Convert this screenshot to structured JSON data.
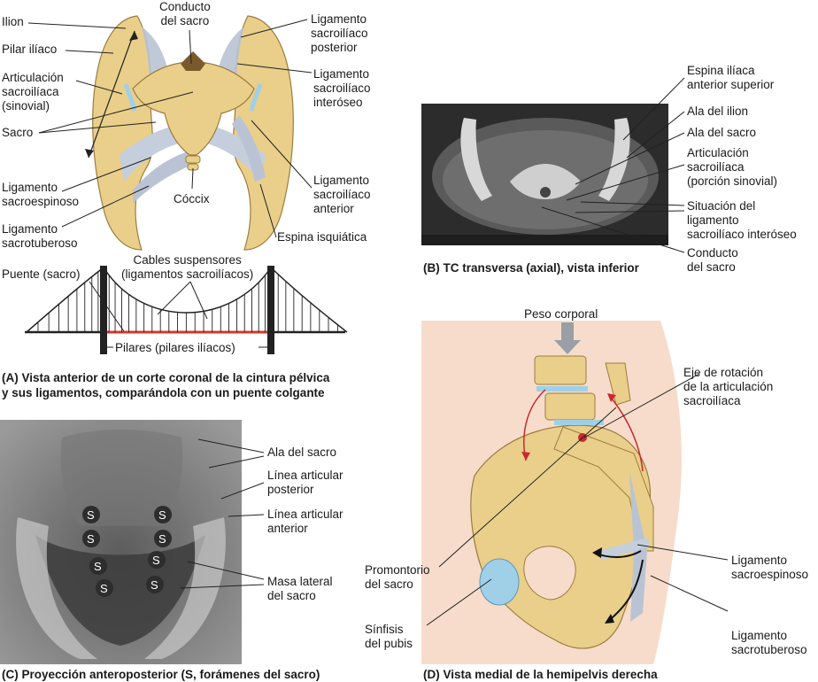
{
  "panel_a": {
    "labels": {
      "ilion": "Ilion",
      "pilar": "Pilar ilíaco",
      "articulacion": "Articulación\nsacroilíaca\n(sinovial)",
      "sacro": "Sacro",
      "lig_sacroespinoso": "Ligamento\nsacroespinoso",
      "lig_sacrotuberoso": "Ligamento\nsacrotuberoso",
      "conducto": "Conducto\ndel sacro",
      "lig_posterior": "Ligamento\nsacroilíaco\nposterior",
      "lig_interoseo": "Ligamento\nsacroilíaco\ninteróseo",
      "lig_anterior": "Ligamento\nsacroilíaco\nanterior",
      "coccix": "Cóccix",
      "espina": "Espina isquiática"
    },
    "bridge": {
      "cables": "Cables suspensores\n(ligamentos sacroilíacos)",
      "puente": "Puente (sacro)",
      "pilares": "Pilares (pilares ilíacos)"
    },
    "caption": "(A) Vista anterior de un corte coronal de la cintura pélvica\n     y sus ligamentos, comparándola con un puente colgante"
  },
  "panel_b": {
    "labels": {
      "espina": "Espina ilíaca\nanterior superior",
      "ala_ilion": "Ala del ilion",
      "ala_sacro": "Ala del sacro",
      "articulacion": "Articulación\nsacroilíaca\n(porción sinovial)",
      "situacion": "Situación del\nligamento\nsacroilíaco interóseo",
      "conducto": "Conducto\ndel sacro"
    },
    "caption": "(B) TC transversa (axial), vista inferior"
  },
  "panel_c": {
    "labels": {
      "ala": "Ala del sacro",
      "posterior": "Línea articular\nposterior",
      "anterior": "Línea articular\nanterior",
      "masa": "Masa lateral\ndel sacro"
    },
    "foramen_mark": "S",
    "caption": "(C) Proyección anteroposterior (S, forámenes del sacro)"
  },
  "panel_d": {
    "labels": {
      "peso": "Peso corporal",
      "eje": "Eje de rotación\nde la articulación\nsacroilíaca",
      "promontorio": "Promontorio\ndel sacro",
      "sinfisis": "Sínfisis\ndel pubis",
      "lig_sacroespinoso": "Ligamento\nsacroespinoso",
      "lig_sacrotuberoso": "Ligamento\nsacrotuberoso"
    },
    "caption": "(D) Vista medial de la hemipelvis derecha"
  },
  "colors": {
    "bone": "#e9cf8a",
    "bone_edge": "#9c7c3e",
    "ligament": "#b9c3d4",
    "cartilage": "#9fd0e8",
    "bridge_red": "#d23a2a",
    "arrow_red": "#c8282e",
    "skin": "#f7dccb",
    "ct_bg": "#2c2c2c",
    "xray_bg": "#4b4b4b"
  }
}
